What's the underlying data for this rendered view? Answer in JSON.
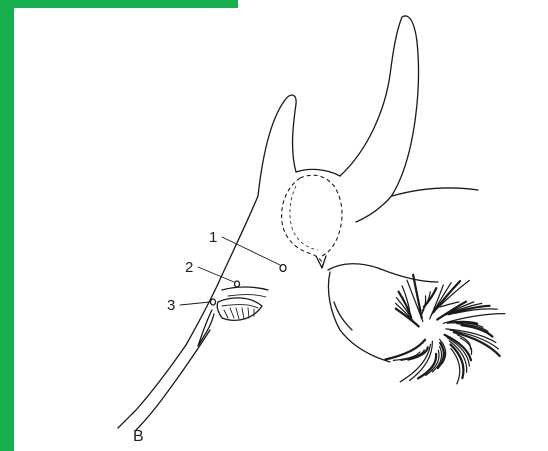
{
  "figure": {
    "panel_label": "B",
    "callouts": [
      {
        "label": "1"
      },
      {
        "label": "2"
      },
      {
        "label": "3"
      }
    ]
  },
  "colors": {
    "accent_bar": "#16b04f",
    "ink": "#1a1a1a"
  }
}
